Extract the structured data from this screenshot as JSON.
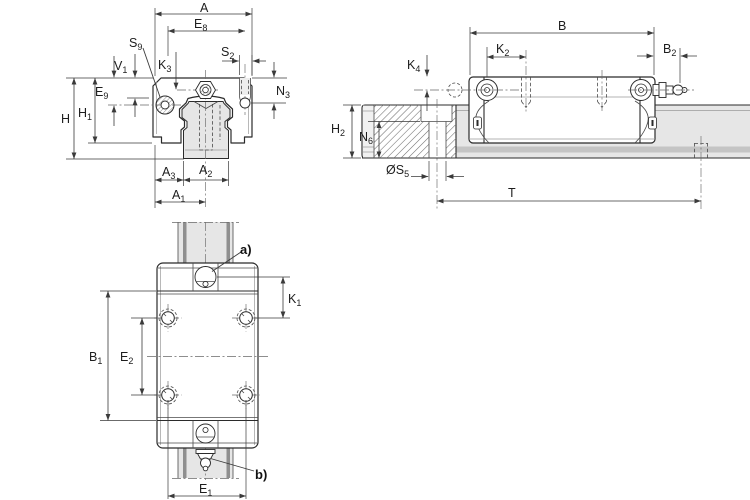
{
  "drawing_type": "linear-guide-carriage-dimension-drawing",
  "colors": {
    "line": "#2b2b2b",
    "dim": "#3a3a3a",
    "railFill": "#e6e6e6",
    "railBand": "#c4c4c4",
    "faceFill": "#f1f1f1",
    "bg": "#ffffff"
  },
  "labels": {
    "front": {
      "A": {
        "base": "A",
        "sub": ""
      },
      "E8": {
        "base": "E",
        "sub": "8"
      },
      "S9": {
        "base": "S",
        "sub": "9"
      },
      "V1": {
        "base": "V",
        "sub": "1"
      },
      "K3": {
        "base": "K",
        "sub": "3"
      },
      "S2": {
        "base": "S",
        "sub": "2"
      },
      "N3": {
        "base": "N",
        "sub": "3"
      },
      "E9": {
        "base": "E",
        "sub": "9"
      },
      "H1": {
        "base": "H",
        "sub": "1"
      },
      "H": {
        "base": "H",
        "sub": ""
      },
      "A3": {
        "base": "A",
        "sub": "3"
      },
      "A2": {
        "base": "A",
        "sub": "2"
      },
      "A1": {
        "base": "A",
        "sub": "1"
      }
    },
    "side": {
      "B": {
        "base": "B",
        "sub": ""
      },
      "K2": {
        "base": "K",
        "sub": "2"
      },
      "B2": {
        "base": "B",
        "sub": "2"
      },
      "K4": {
        "base": "K",
        "sub": "4"
      },
      "H2": {
        "base": "H",
        "sub": "2"
      },
      "N6": {
        "base": "N",
        "sub": "6"
      },
      "S5": {
        "base": "ØS",
        "sub": "5"
      },
      "T": {
        "base": "T",
        "sub": ""
      }
    },
    "plan": {
      "K1": {
        "base": "K",
        "sub": "1"
      },
      "B1": {
        "base": "B",
        "sub": "1"
      },
      "E2": {
        "base": "E",
        "sub": "2"
      },
      "E1": {
        "base": "E",
        "sub": "1"
      },
      "a": {
        "base": "a)",
        "sub": ""
      },
      "b": {
        "base": "b)",
        "sub": ""
      }
    }
  }
}
